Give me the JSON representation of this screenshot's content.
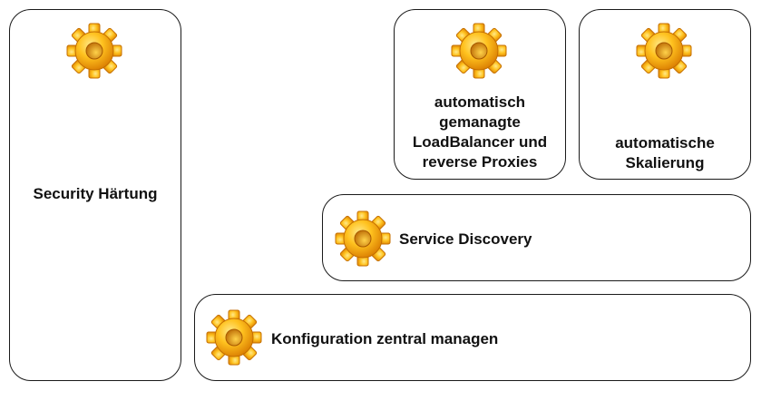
{
  "gear_icon": {
    "name": "gear-icon",
    "color_light": "#ffd43a",
    "color_dark": "#e08a00"
  },
  "boxes": {
    "security": {
      "label": "Security Härtung"
    },
    "loadbalancer": {
      "lines": [
        "automatisch",
        "gemanagte",
        "LoadBalancer und",
        "reverse Proxies"
      ]
    },
    "scaling": {
      "lines": [
        "automatische",
        "Skalierung"
      ]
    },
    "discovery": {
      "label": "Service Discovery"
    },
    "config": {
      "label": "Konfiguration zentral managen"
    }
  }
}
